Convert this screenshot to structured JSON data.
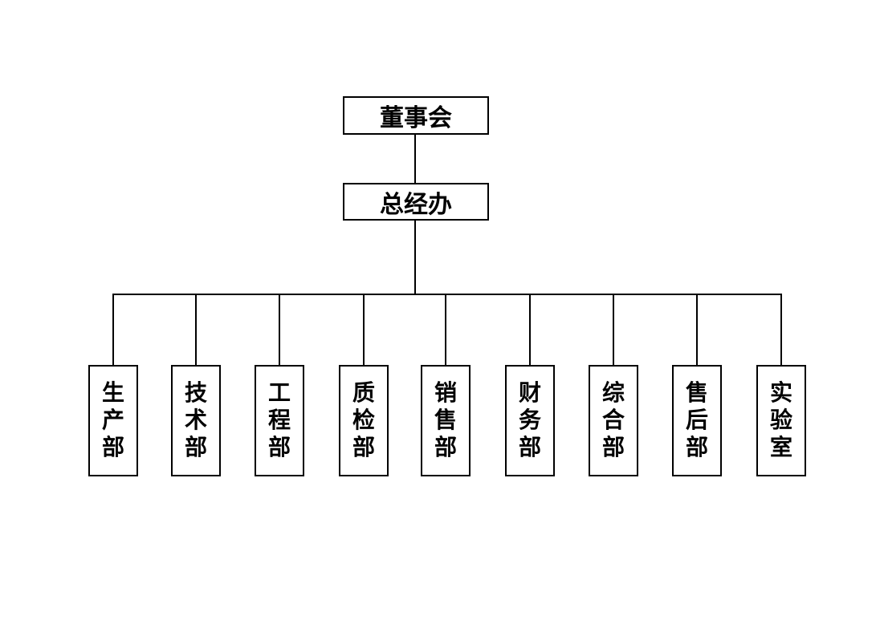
{
  "org": {
    "root": "董事会",
    "office": "总经办",
    "departments": [
      "生产部",
      "技术部",
      "工程部",
      "质检部",
      "销售部",
      "财务部",
      "综合部",
      "售后部",
      "实验室"
    ]
  },
  "colors": {
    "line": "#000000",
    "background": "#ffffff",
    "text": "#000000"
  }
}
